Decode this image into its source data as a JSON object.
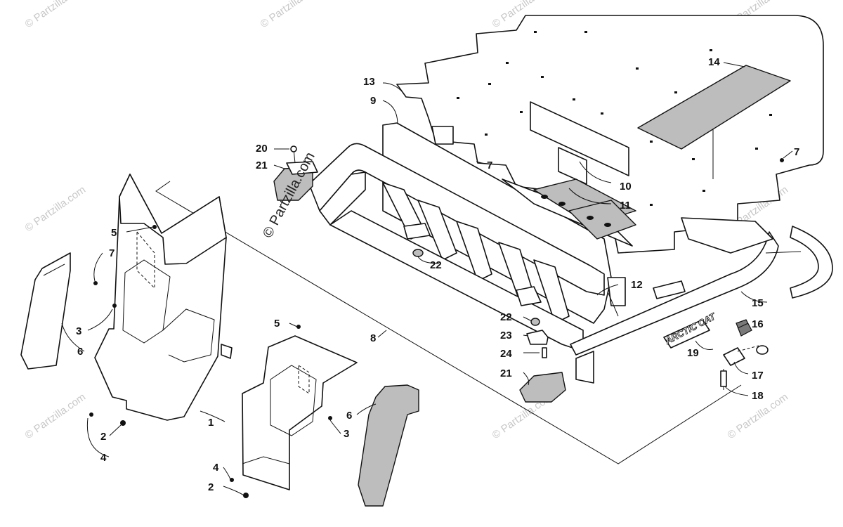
{
  "watermark": {
    "text": "© Partzilla.com",
    "main_text": "© Partzilla.com"
  },
  "callouts": [
    "1",
    "2",
    "2",
    "3",
    "3",
    "4",
    "4",
    "5",
    "5",
    "6",
    "6",
    "7",
    "7",
    "7",
    "8",
    "9",
    "10",
    "11",
    "12",
    "13",
    "14",
    "15",
    "16",
    "17",
    "18",
    "19",
    "20",
    "21",
    "21",
    "22",
    "22",
    "23",
    "24"
  ],
  "logo": {
    "text": "ARCTIC CAT"
  },
  "colors": {
    "line": "#111111",
    "shade": "#bdbdbd",
    "watermark": "#c8c8c8"
  }
}
